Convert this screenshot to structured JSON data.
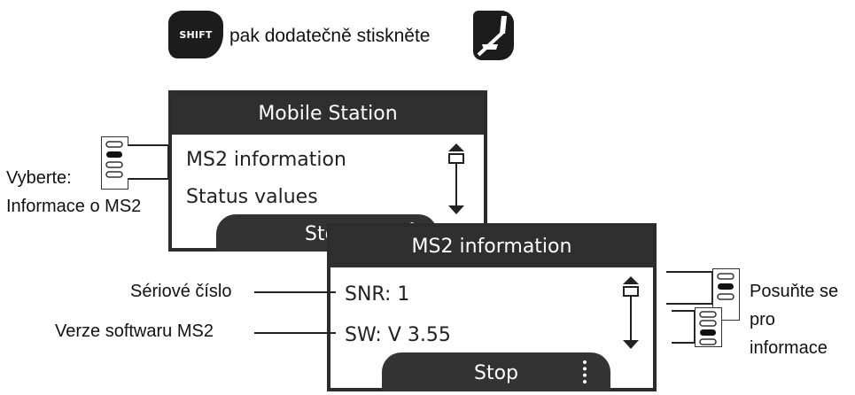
{
  "instruction": {
    "shift_key_label": "SHIFT",
    "text": "pak dodatečně stiskněte",
    "shift_icon": "shift-key-icon",
    "phone_icon": "phone-key-icon"
  },
  "screen1": {
    "title": "Mobile Station",
    "items": [
      "MS2 information",
      "Status values"
    ],
    "stop_label": "Stop"
  },
  "screen2": {
    "title": "MS2 information",
    "items": [
      "SNR: 1",
      "SW: V 3.55"
    ],
    "stop_label": "Stop"
  },
  "annotations": {
    "select_line1": "Vyberte:",
    "select_line2": "Informace o MS2",
    "serial": "Sériové číslo",
    "software": "Verze softwaru MS2",
    "scroll_line1": "Posuňte se",
    "scroll_line2": "pro",
    "scroll_line3": "informace"
  },
  "colors": {
    "title_bar": "#2f2f2f",
    "screen_border": "#2c2c2c",
    "key": "#1c1c1c"
  }
}
